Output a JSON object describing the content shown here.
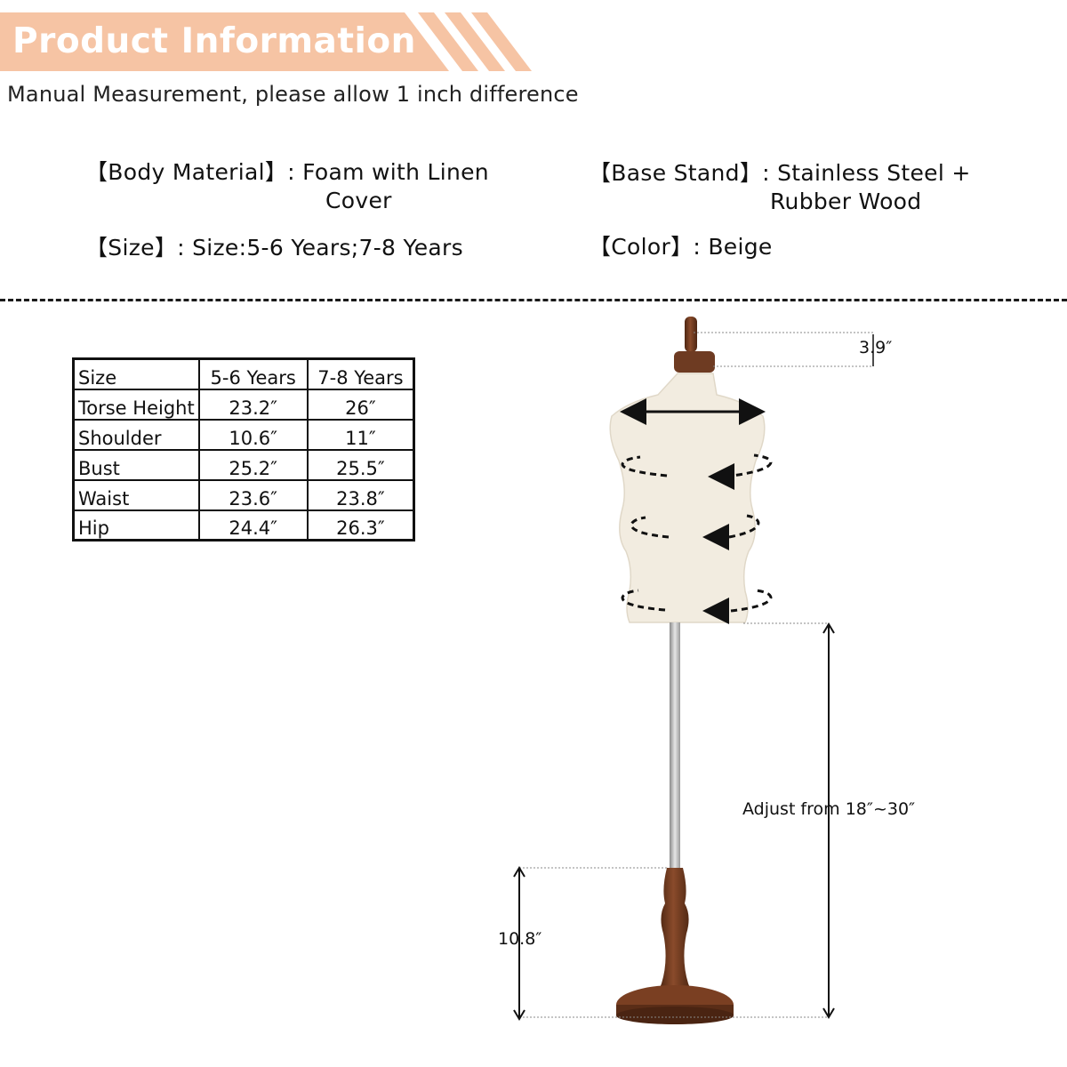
{
  "header": {
    "title": "Product Information",
    "subtitle": "Manual Measurement, please allow 1 inch difference"
  },
  "specs": {
    "body_material": {
      "label": "【Body Material】",
      "value": ": Foam with Linen",
      "value_cont": "Cover"
    },
    "base_stand": {
      "label": "【Base Stand】",
      "value": ": Stainless Steel +",
      "value_cont": "Rubber Wood"
    },
    "size": {
      "label": "【Size】",
      "value": ": Size:5-6 Years;7-8 Years"
    },
    "color": {
      "label": "【Color】",
      "value": ": Beige"
    }
  },
  "size_table": {
    "headers": [
      "Size",
      "5-6 Years",
      "7-8 Years"
    ],
    "rows": [
      [
        "Torse Height",
        "23.2″",
        "26″"
      ],
      [
        "Shoulder",
        "10.6″",
        "11″"
      ],
      [
        "Bust",
        "25.2″",
        "25.5″"
      ],
      [
        "Waist",
        "23.6″",
        "23.8″"
      ],
      [
        "Hip",
        "24.4″",
        "26.3″"
      ]
    ]
  },
  "diagram": {
    "neck_height": "3.9″",
    "adjust_range": "Adjust from 18″~30″",
    "base_height": "10.8″"
  },
  "colors": {
    "banner": "#f6c4a4",
    "beige": "#f2ece0",
    "wood": "#6e3b22"
  }
}
